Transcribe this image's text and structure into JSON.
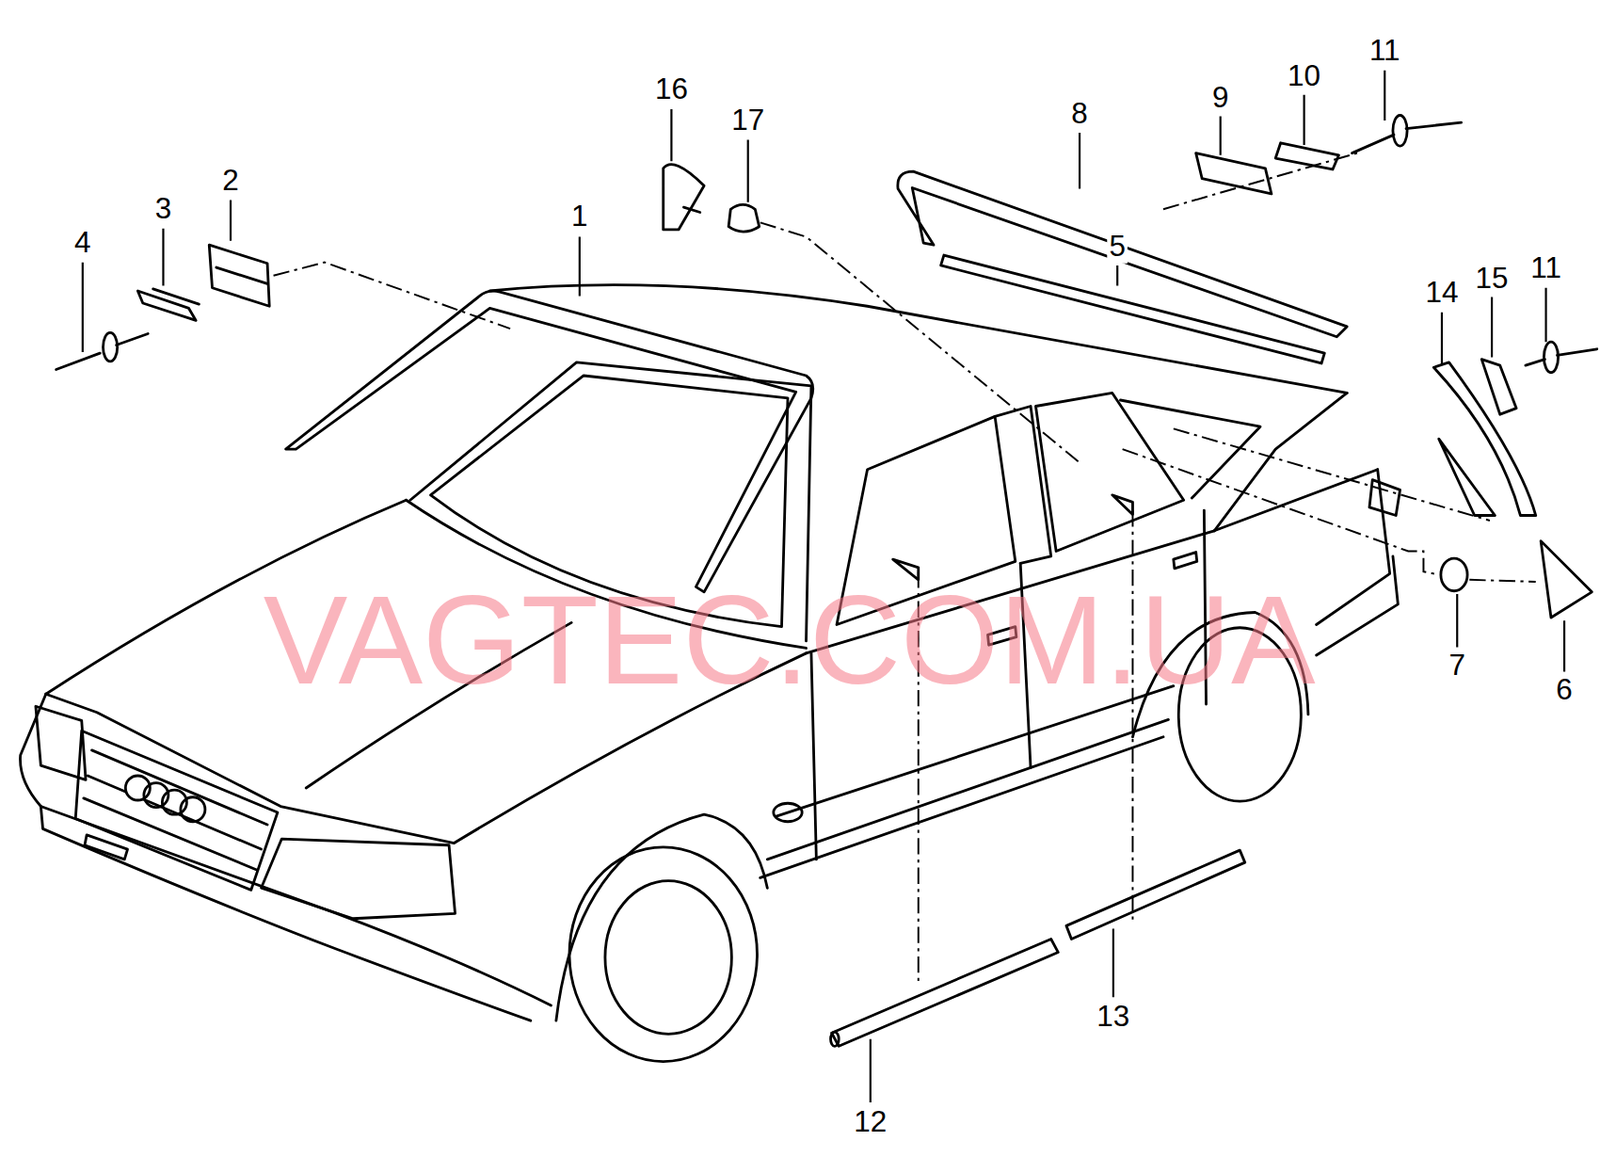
{
  "diagram": {
    "labels": [
      "16",
      "17",
      "8",
      "9",
      "10",
      "11",
      "1",
      "2",
      "3",
      "4",
      "5",
      "14",
      "15",
      "11",
      "7",
      "6",
      "12",
      "13",
      "VAGTEC.COM.UA"
    ]
  }
}
